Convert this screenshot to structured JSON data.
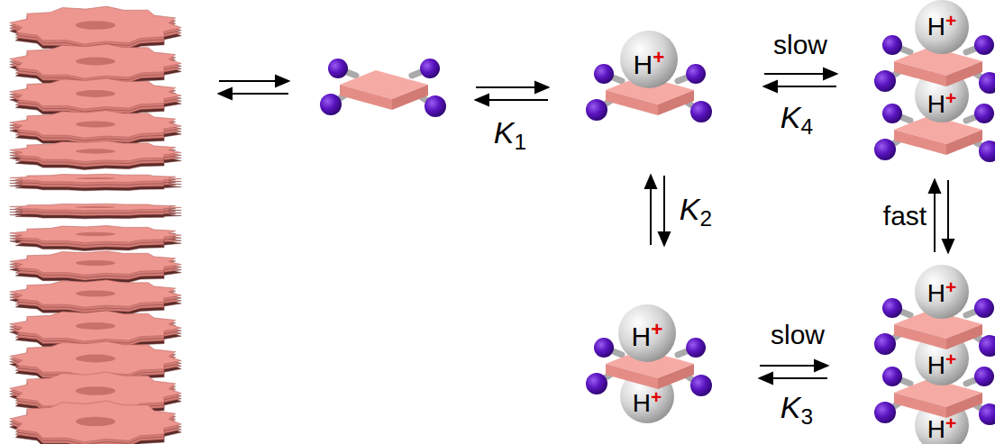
{
  "diagram": {
    "labels": [
      "H+",
      "slow",
      "K4",
      "H+",
      "H+",
      "K1",
      "K2",
      "fast",
      "H+",
      "H+",
      "slow",
      "K3",
      "H+",
      "H+",
      "H+"
    ]
  }
}
